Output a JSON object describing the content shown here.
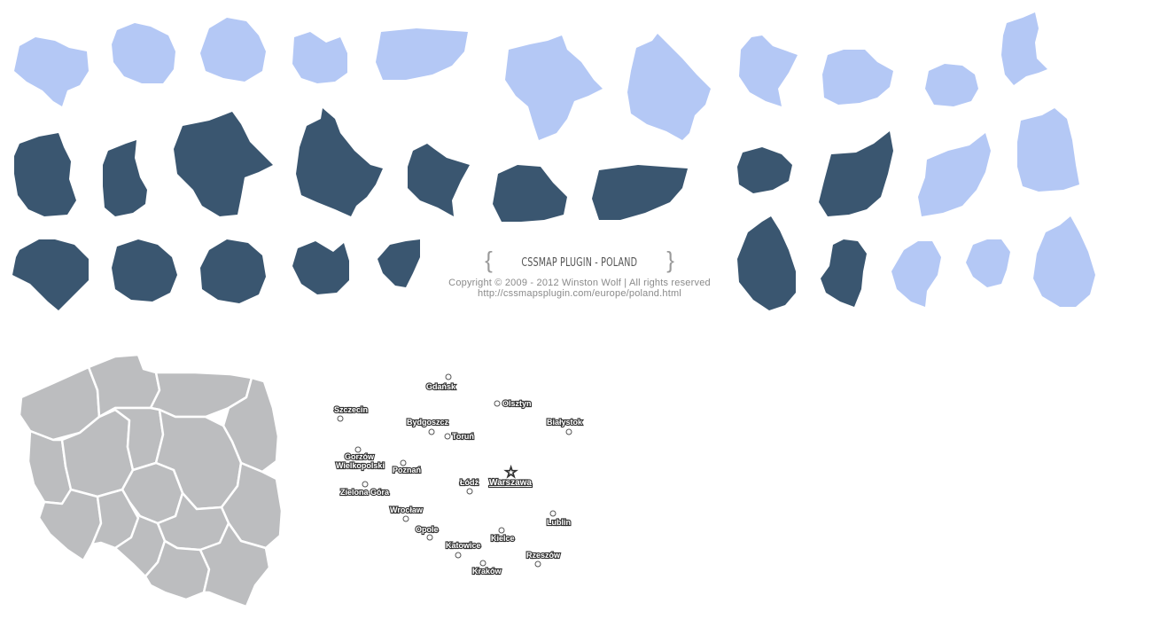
{
  "caption": {
    "title": "CSSMAP PLUGIN - POLAND",
    "copyright": "Copyright © 2009 - 2012 Winston Wolf  |  All rights reserved",
    "url": "http://cssmapsplugin.com/europe/poland.html"
  },
  "colors": {
    "light_region": "#b4c8f5",
    "dark_region": "#3a5670",
    "map_fill": "#bcbdbf",
    "map_border": "#ffffff"
  },
  "cities": [
    {
      "name": "Gdańsk"
    },
    {
      "name": "Olsztyn"
    },
    {
      "name": "Szczecin"
    },
    {
      "name": "Bydgoszcz"
    },
    {
      "name": "Toruń"
    },
    {
      "name": "Białystok"
    },
    {
      "name": "Gorzów"
    },
    {
      "name": "Wielkopolski"
    },
    {
      "name": "Poznań"
    },
    {
      "name": "Warszawa"
    },
    {
      "name": "Łódź"
    },
    {
      "name": "Zielona Góra"
    },
    {
      "name": "Wrocław"
    },
    {
      "name": "Lublin"
    },
    {
      "name": "Opole"
    },
    {
      "name": "Kielce"
    },
    {
      "name": "Katowice"
    },
    {
      "name": "Rzeszów"
    },
    {
      "name": "Kraków"
    }
  ]
}
